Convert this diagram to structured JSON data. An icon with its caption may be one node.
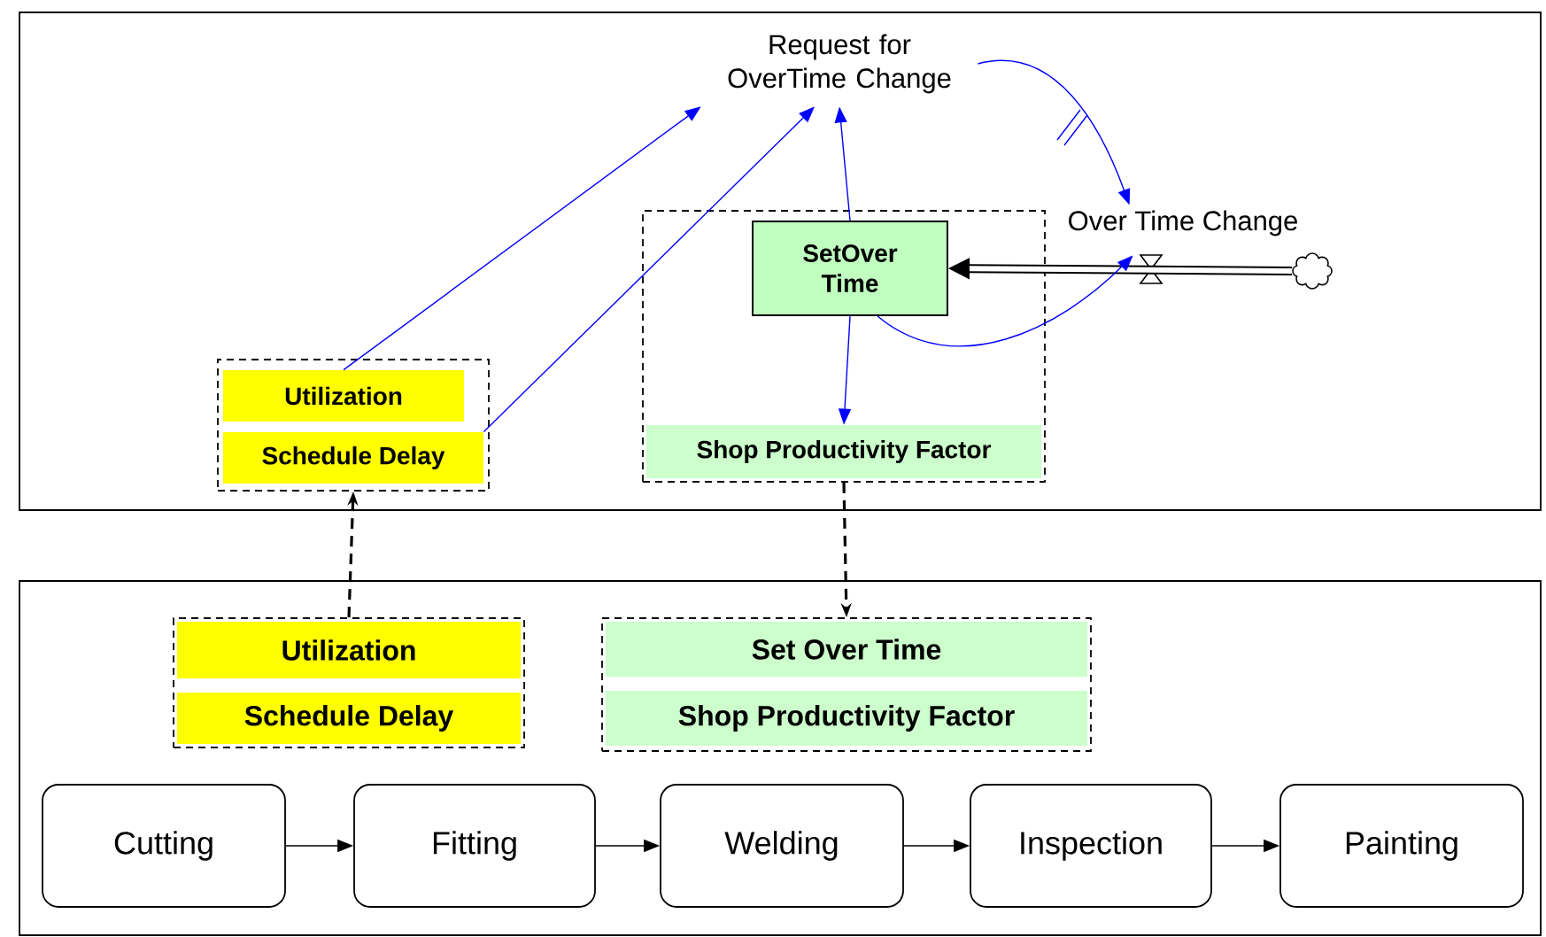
{
  "diagram": {
    "nodes": [
      {
        "text": [],
        "shape": "box"
      },
      {
        "text": [],
        "shape": "box"
      },
      {
        "text": [
          "Request for OverTime Change"
        ],
        "in": 0
      },
      {
        "text": [
          "Over Time Change"
        ],
        "in": 0
      },
      {
        "text": [],
        "shape": "cloud",
        "in": 0
      },
      {
        "text": [],
        "shape": "box",
        "in": 0
      },
      {
        "text": [
          "Utilization"
        ],
        "in": 5
      },
      {
        "text": [
          "Schedule Delay"
        ],
        "in": 5
      },
      {
        "text": [],
        "shape": "box",
        "in": 0
      },
      {
        "text": [
          "SetOver Time"
        ],
        "in": 8
      },
      {
        "text": [
          "Shop Productivity Factor"
        ],
        "in": 8
      },
      {
        "text": [],
        "shape": "box",
        "in": 1
      },
      {
        "text": [
          "Utilization"
        ],
        "in": 11
      },
      {
        "text": [
          "Schedule Delay"
        ],
        "in": 11
      },
      {
        "text": [],
        "shape": "box",
        "in": 1
      },
      {
        "text": [
          "Set Over Time"
        ],
        "in": 14
      },
      {
        "text": [
          "Shop Productivity Factor"
        ],
        "in": 14
      },
      {
        "text": [
          "Cutting"
        ],
        "in": 1
      },
      {
        "text": [
          "Fitting"
        ],
        "in": 1
      },
      {
        "text": [
          "Welding"
        ],
        "in": 1
      },
      {
        "text": [
          "Inspection"
        ],
        "in": 1
      },
      {
        "text": [
          "Painting"
        ],
        "in": 1
      }
    ],
    "edges": [
      {
        "from": 6,
        "to": 2,
        "arrow": "to",
        "color": "#0000ff"
      },
      {
        "from": 7,
        "to": 2,
        "arrow": "to",
        "color": "#0000ff"
      },
      {
        "from": 9,
        "to": 2,
        "arrow": "to",
        "color": "#0000ff"
      },
      {
        "from": 9,
        "to": 10,
        "arrow": "to",
        "color": "#0000ff"
      },
      {
        "from": 2,
        "to": 3,
        "arrow": "to",
        "color": "#0000ff"
      },
      {
        "from": 4,
        "to": 9,
        "arrow": "to",
        "style": "thick"
      },
      {
        "from": 9,
        "to": 3,
        "arrow": "to",
        "color": "#0000ff"
      },
      {
        "from": 11,
        "to": 5,
        "arrow": "to",
        "style": "dashed"
      },
      {
        "from": 8,
        "to": 14,
        "arrow": "to",
        "style": "dashed"
      },
      {
        "from": 17,
        "to": 18,
        "arrow": "to"
      },
      {
        "from": 18,
        "to": 19,
        "arrow": "to"
      },
      {
        "from": 19,
        "to": 20,
        "arrow": "to"
      },
      {
        "from": 20,
        "to": 21,
        "arrow": "to"
      }
    ]
  }
}
